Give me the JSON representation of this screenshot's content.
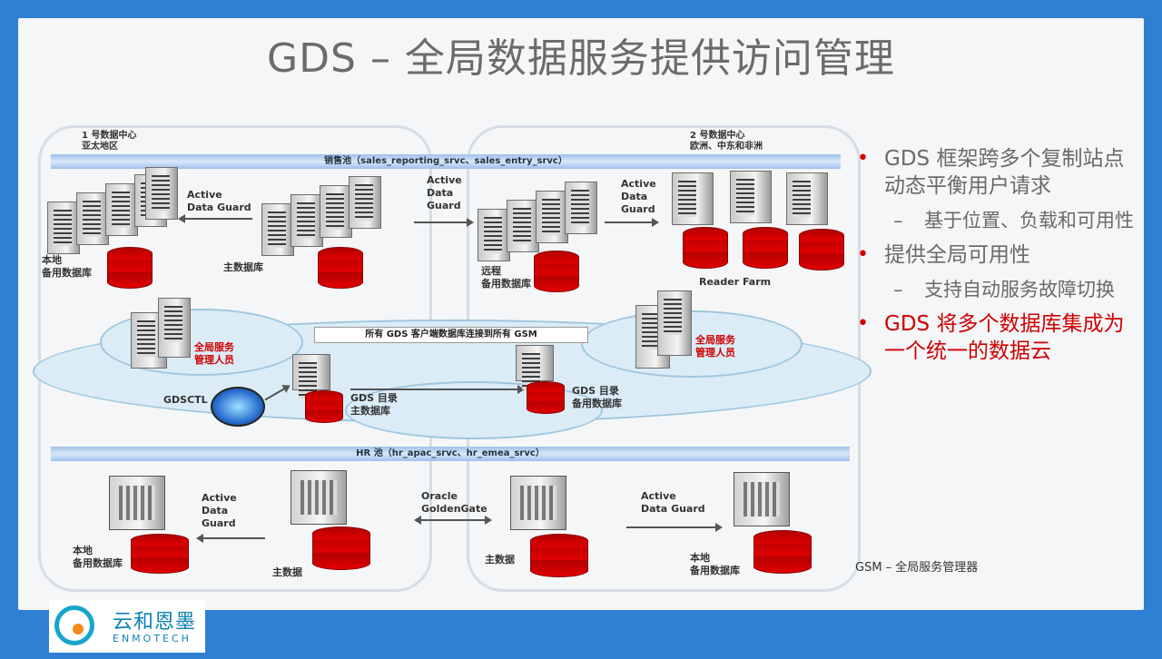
{
  "title": "GDS – 全局数据服务提供访问管理",
  "dc1": {
    "label_line1": "1 号数据中心",
    "label_line2": "亚太地区"
  },
  "dc2": {
    "label_line1": "2 号数据中心",
    "label_line2": "欧洲、中东和非洲"
  },
  "sales_pool": "销售池（sales_reporting_srvc、sales_entry_srvc）",
  "hr_pool": "HR 池（hr_apac_srvc、hr_emea_srvc）",
  "labels": {
    "active_dg_1": "Active\nData Guard",
    "active_dg_mid": "Active\nData\nGuard",
    "active_dg_2": "Active\nData\nGuard",
    "primary_db": "主数据库",
    "local_standby": "本地\n备用数据库",
    "remote_standby": "远程\n备用数据库",
    "reader_farm": "Reader Farm",
    "banner": "所有 GDS 客户端数据库连接到所有 GSM",
    "gsm_admin_left": "全局服务\n管理人员",
    "gsm_admin_right": "全局服务\n管理人员",
    "gdsctl": "GDSCTL",
    "gds_catalog_primary": "GDS 目录\n主数据库",
    "gds_catalog_standby": "GDS 目录\n备用数据库",
    "hr_active_dg_left": "Active\nData\nGuard",
    "hr_local_standby_left": "本地\n备用数据库",
    "hr_primary_left": "主数据",
    "oracle_gg": "Oracle\nGoldenGate",
    "hr_primary_right": "主数据",
    "hr_active_dg_right": "Active\nData Guard",
    "hr_local_standby_right": "本地\n备用数据库"
  },
  "bullets": [
    {
      "level": 1,
      "text": "GDS 框架跨多个复制站点动态平衡用户请求",
      "highlight": false
    },
    {
      "level": 2,
      "text": "基于位置、负载和可用性"
    },
    {
      "level": 1,
      "text": "提供全局可用性",
      "highlight": false
    },
    {
      "level": 2,
      "text": "支持自动服务故障切换"
    },
    {
      "level": 1,
      "text": "GDS 将多个数据库集成为一个统一的数据云",
      "highlight": true
    }
  ],
  "gsm_note": "GSM – 全局服务管理器",
  "logo": {
    "cn": "云和恩墨",
    "en": "ENMOTECH"
  },
  "colors": {
    "background": "#2f7fd3",
    "accent": "#d00000"
  }
}
